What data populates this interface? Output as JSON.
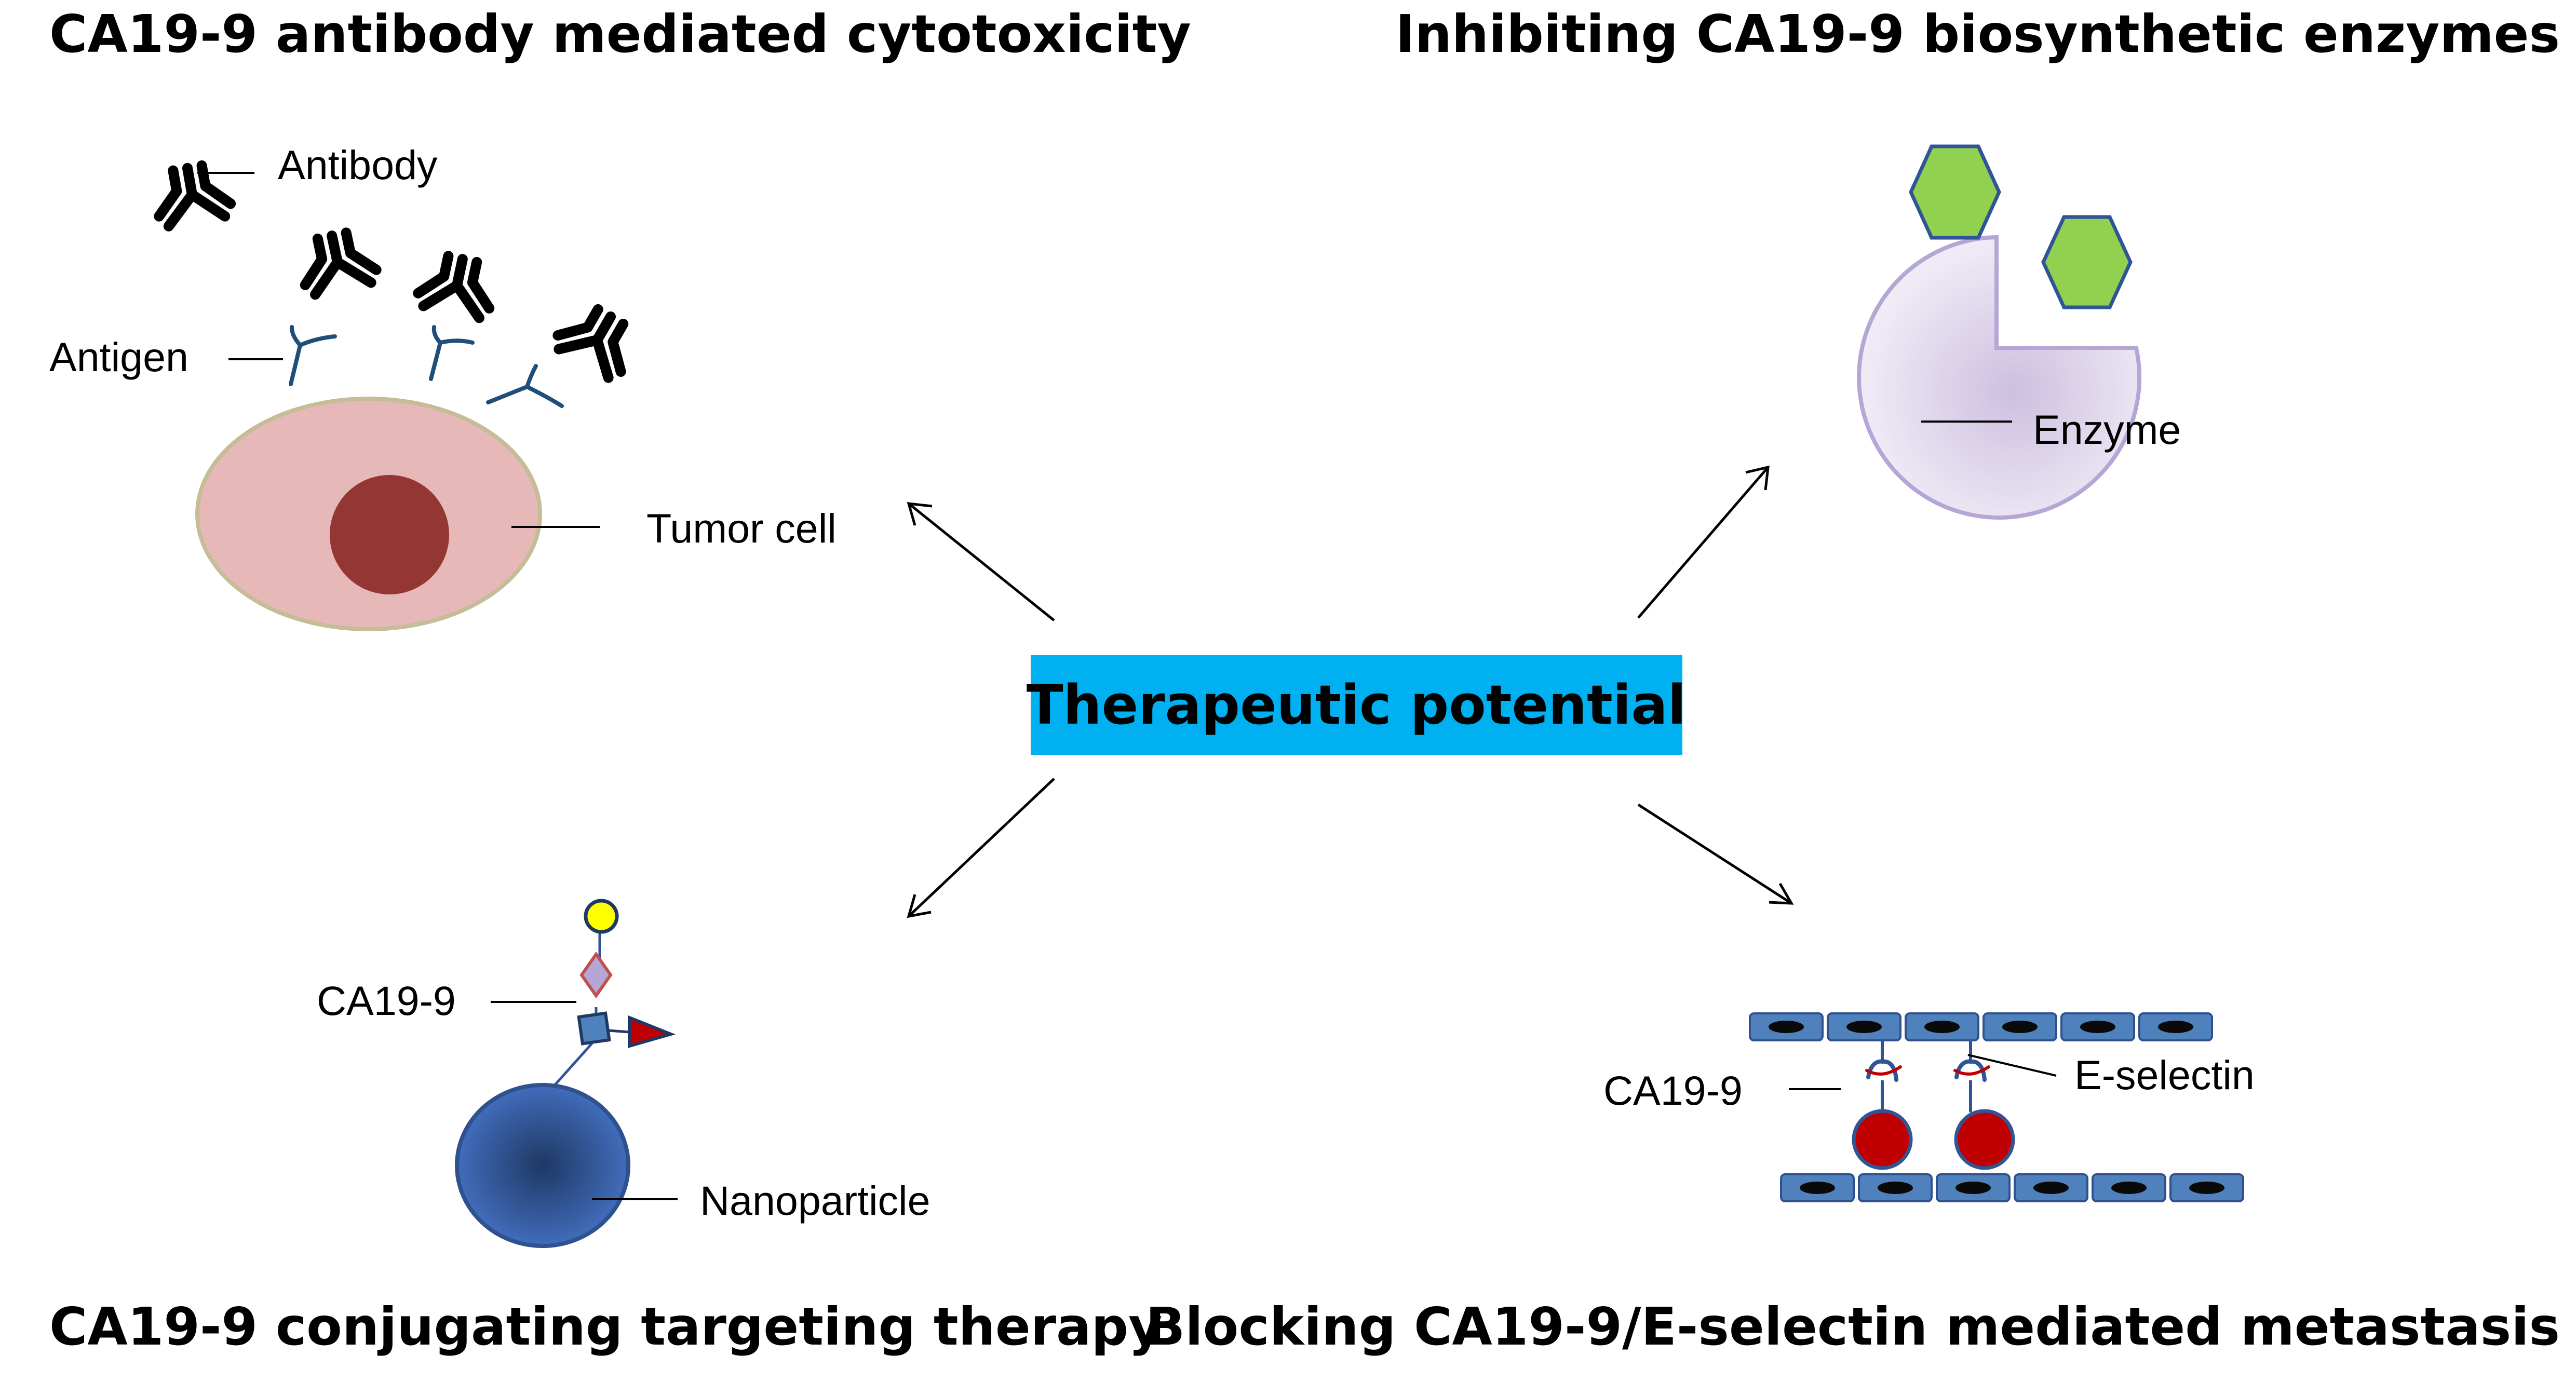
{
  "center": {
    "title": "Therapeutic potential",
    "box_color": "#00b0f0"
  },
  "quadrants": {
    "top_left": {
      "title": "CA19-9 antibody mediated cytotoxicity",
      "labels": {
        "antibody": "Antibody",
        "antigen": "Antigen",
        "tumor_cell": "Tumor cell"
      }
    },
    "top_right": {
      "title": "Inhibiting CA19-9 biosynthetic enzymes",
      "labels": {
        "enzyme": "Enzyme"
      }
    },
    "bottom_left": {
      "title": "CA19-9 conjugating targeting therapy",
      "labels": {
        "ca19_9": "CA19-9",
        "nanoparticle": "Nanoparticle"
      }
    },
    "bottom_right": {
      "title": "Blocking CA19-9/E-selectin mediated metastasis",
      "labels": {
        "ca19_9": "CA19-9",
        "e_selectin": "E-selectin"
      }
    }
  },
  "colors": {
    "tumor_cell": "#e6b8b7",
    "nucleus": "#943634",
    "enzyme": "#e4dfec",
    "hexagon": "#92d050",
    "nanoparticle": "#2f5597",
    "endothelial": "#4f81bd",
    "red_cell": "#c00000"
  }
}
